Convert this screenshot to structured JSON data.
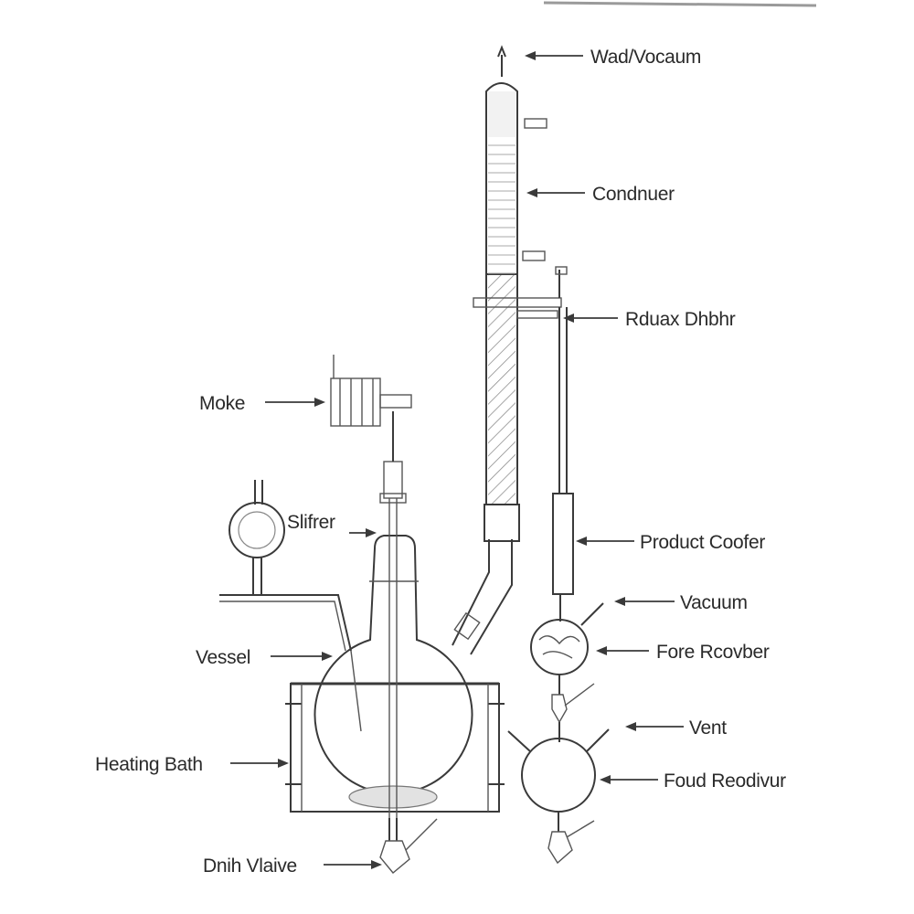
{
  "labels": {
    "top_outlet": "Wad/Vocaum",
    "condenser": "Condnuer",
    "reflux_divider": "Rduax Dhbhr",
    "motor": "Moke",
    "stirrer": "Slifrer",
    "product_cooler": "Product Coofer",
    "vacuum": "Vacuum",
    "vessel": "Vessel",
    "fore_receiver": "Fore Rcovber",
    "heating_bath": "Heating Bath",
    "vent": "Vent",
    "final_receiver": "Foud Reodivur",
    "drain_valve": "Dnih Vlaive"
  },
  "colors": {
    "line": "#3a3a3a",
    "glass_fill": "#f4f4f4",
    "packing_fill": "#d6d6d6",
    "bath_fill": "#fbfbfb"
  }
}
